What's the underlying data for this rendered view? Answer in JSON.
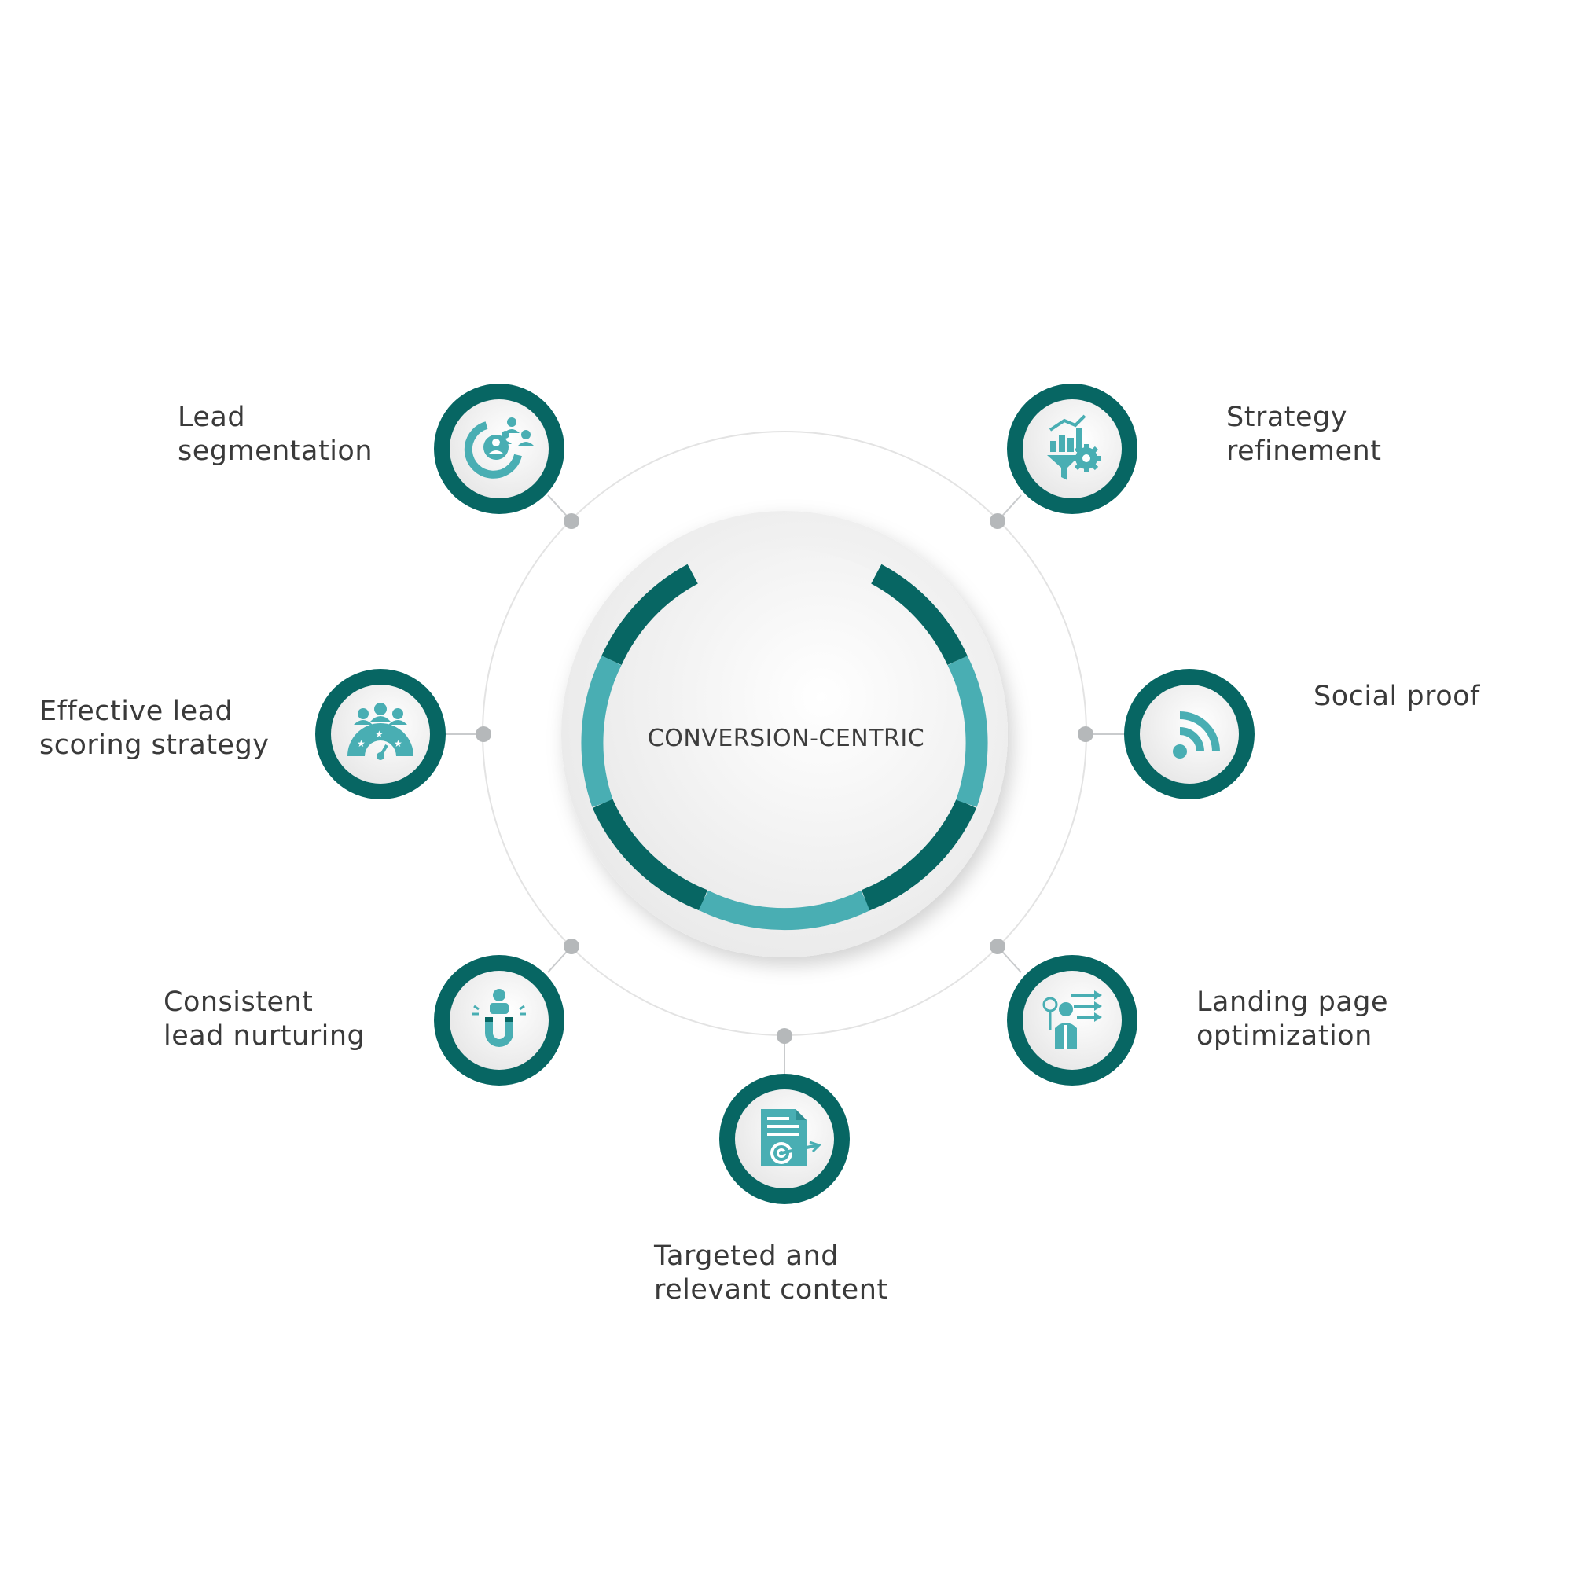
{
  "center": {
    "label": "CONVERSION-CENTRIC"
  },
  "colors": {
    "dark": "#076663",
    "light": "#49aeb3",
    "connector": "#b5b8ba",
    "ring": "#e3e3e3"
  },
  "items": [
    {
      "icon": "lead-segmentation-icon",
      "line1": "Lead",
      "line2": "segmentation"
    },
    {
      "icon": "strategy-refinement-icon",
      "line1": "Strategy",
      "line2": "refinement"
    },
    {
      "icon": "effective-lead-scoring-icon",
      "line1": "Effective lead",
      "line2": "scoring strategy"
    },
    {
      "icon": "rss-feed-icon",
      "line1": "Social proof",
      "line2": ""
    },
    {
      "icon": "magnet-person-icon",
      "line1": "Consistent",
      "line2": "lead nurturing"
    },
    {
      "icon": "landing-page-optimization-icon",
      "line1": "Landing page",
      "line2": "optimization"
    },
    {
      "icon": "target-document-icon",
      "line1": "Targeted and",
      "line2": "relevant content"
    }
  ]
}
